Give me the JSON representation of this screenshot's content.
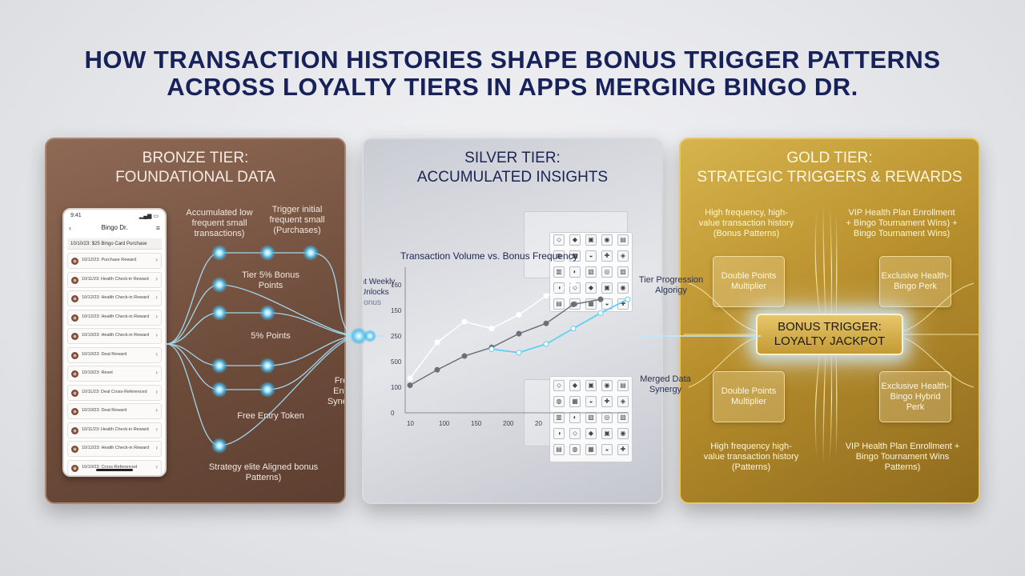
{
  "title": {
    "line1": "HOW TRANSACTION HISTORIES SHAPE BONUS TRIGGER PATTERNS",
    "line2": "ACROSS LOYALTY TIERS IN APPS MERGING BINGO DR."
  },
  "bronze": {
    "title_line1": "BRONZE TIER:",
    "title_line2": "FOUNDATIONAL DATA",
    "phone": {
      "status_time": "9:41",
      "app_name": "Bingo Dr.",
      "first_row": "10/10/23: $25 Bingo Card Purchase",
      "transactions": [
        "10/12/23: Purchase Reward",
        "10/11/23: Health Check-in Reward",
        "10/12/23: Health Check-in Reward",
        "10/12/23: Health Check-in Reward",
        "10/10/23: Health Check-in Reward",
        "10/10/23: Deal Reward",
        "10/10/23: Reset",
        "10/11/23: Deal Cross-Referenced",
        "10/10/23: Deal Reward",
        "10/11/23: Health Check-in Reward",
        "10/12/23: Health Check-in Reward",
        "10/10/23: Cross-Referenced"
      ]
    },
    "labels": {
      "accumulated": "Accumulated low frequent small transactions)",
      "trigger_initial": "Trigger initial frequent small (Purchases)",
      "tier_bonus": "Tier 5% Bonus Points",
      "consistent": "Consistent Weekly Spend Unlocks",
      "consistent_sub": "Tier Bonus",
      "five_points": "5% Points",
      "free_entry_synergy": "Free Entry Synergy",
      "free_entry_token": "Free Entry Token",
      "strategy": "Strategy elite Aligned bonus Patterns)"
    }
  },
  "silver": {
    "title_line1": "SILVER TIER:",
    "title_line2": "ACCUMULATED INSIGHTS",
    "tier_progression": "Tier Progression Algorigy"
  },
  "gold": {
    "title_line1": "GOLD TIER:",
    "title_line2": "STRATEGIC TRIGGERS & REWARDS",
    "top_left": "High frequency, high-value transaction history (Bonus Patterns)",
    "top_right": "VIP Health Plan Enrollment + Bingo Tournament Wins) + Bingo Tournament Wins)",
    "box_tl": "Double Points Multiplier",
    "box_tr": "Exclusive Health-Bingo Perk",
    "box_bl": "Double Points Multiplier",
    "box_br": "Exclusive Health-Bingo Hybrid Perk",
    "jackpot_line1": "BONUS TRIGGER:",
    "jackpot_line2": "LOYALTY JACKPOT",
    "merged": "Merged Data Synergy",
    "bottom_left": "High frequency high-value transaction history (Patterns)",
    "bottom_right": "VIP Health Plan Enrollment + Bingo Tournament Wins Patterns)"
  },
  "chart_data": {
    "type": "line",
    "title": "Transaction Volume vs. Bonus Frequency",
    "xlabel": "",
    "ylabel": "",
    "x_ticks": [
      "10",
      "100",
      "150",
      "200",
      "20"
    ],
    "y_ticks": [
      "0",
      "100",
      "500",
      "250",
      "150",
      "160"
    ],
    "series": [
      {
        "x": [
          1,
          2,
          3,
          4,
          5,
          6,
          7
        ],
        "values": [
          100,
          205,
          265,
          245,
          285,
          340,
          375
        ]
      },
      {
        "x": [
          1,
          2,
          3,
          4,
          5,
          6,
          7,
          8
        ],
        "values": [
          80,
          125,
          165,
          190,
          230,
          260,
          315,
          330
        ]
      },
      {
        "x": [
          4,
          5,
          6,
          7,
          8,
          9
        ],
        "values": [
          185,
          175,
          200,
          245,
          290,
          330
        ]
      }
    ],
    "grid": false,
    "colors": [
      "#ffffff",
      "#6c6f78",
      "#5fd0f2"
    ]
  }
}
